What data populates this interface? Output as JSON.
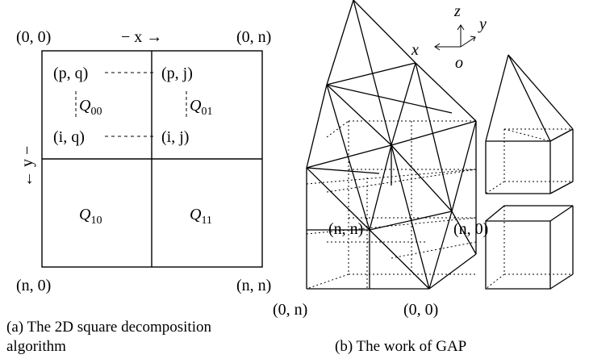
{
  "left_figure": {
    "corner_top_left": "(0, 0)",
    "corner_top_right": "(0, n)",
    "corner_bottom_left": "(n, 0)",
    "corner_bottom_right": "(n, n)",
    "x_axis_label": "− x →",
    "y_axis_label": "← y −",
    "point_pq": "(p, q)",
    "point_pj": "(p, j)",
    "point_iq": "(i, q)",
    "point_ij": "(i, j)",
    "quadrant_00": "Q00",
    "quadrant_01": "Q01",
    "quadrant_10": "Q10",
    "quadrant_11": "Q11",
    "caption_line1": "(a) The 2D square decomposition",
    "caption_line2": "algorithm"
  },
  "right_figure": {
    "axis_z": "z",
    "axis_y": "y",
    "axis_x": "x",
    "axis_origin": "o",
    "label_nn": "(n, n)",
    "label_n0": "(n, 0)",
    "label_0n": "(0, n)",
    "label_00": "(0, 0)",
    "caption": "(b) The work of GAP"
  }
}
